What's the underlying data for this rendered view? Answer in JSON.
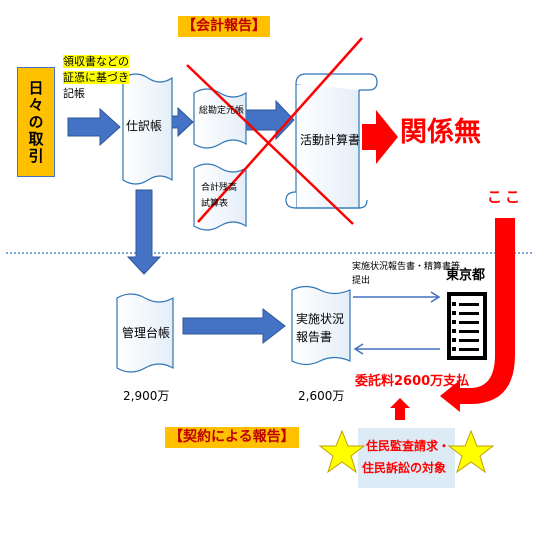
{
  "headers": {
    "accounting_report": "【会計報告】",
    "contract_report": "【契約による報告】"
  },
  "daily_transactions": "日々の取引",
  "receipts_note": [
    "領収書などの",
    "証憑に基づき",
    "記帳"
  ],
  "docs": {
    "journal": "仕訳帳",
    "general_ledger": "総勘定元帳",
    "trial_balance": [
      "合計残高",
      "試算表"
    ],
    "activity_statement": "活動計算書",
    "management_ledger": "管理台帳",
    "status_report": [
      "実施状況",
      "報告書"
    ]
  },
  "irrelevant": "関係無",
  "here": "ここ",
  "tokyo": "東京都",
  "submission": [
    "実施状況報告書・精算書等",
    "提出"
  ],
  "amounts": {
    "ledger": "2,900万",
    "report": "2,600万"
  },
  "commission": "委託料2600万支払",
  "audit": [
    "住民監査請求・",
    "住民訴訟の対象"
  ],
  "colors": {
    "arrow_blue": "#4472c4",
    "doc_border": "#2e75b6",
    "red": "#ff0000",
    "yellow_box": "#ffc000",
    "highlight": "#ffff00",
    "audit_bg": "#ddebf7",
    "dotted_line": "#2e75b6"
  }
}
